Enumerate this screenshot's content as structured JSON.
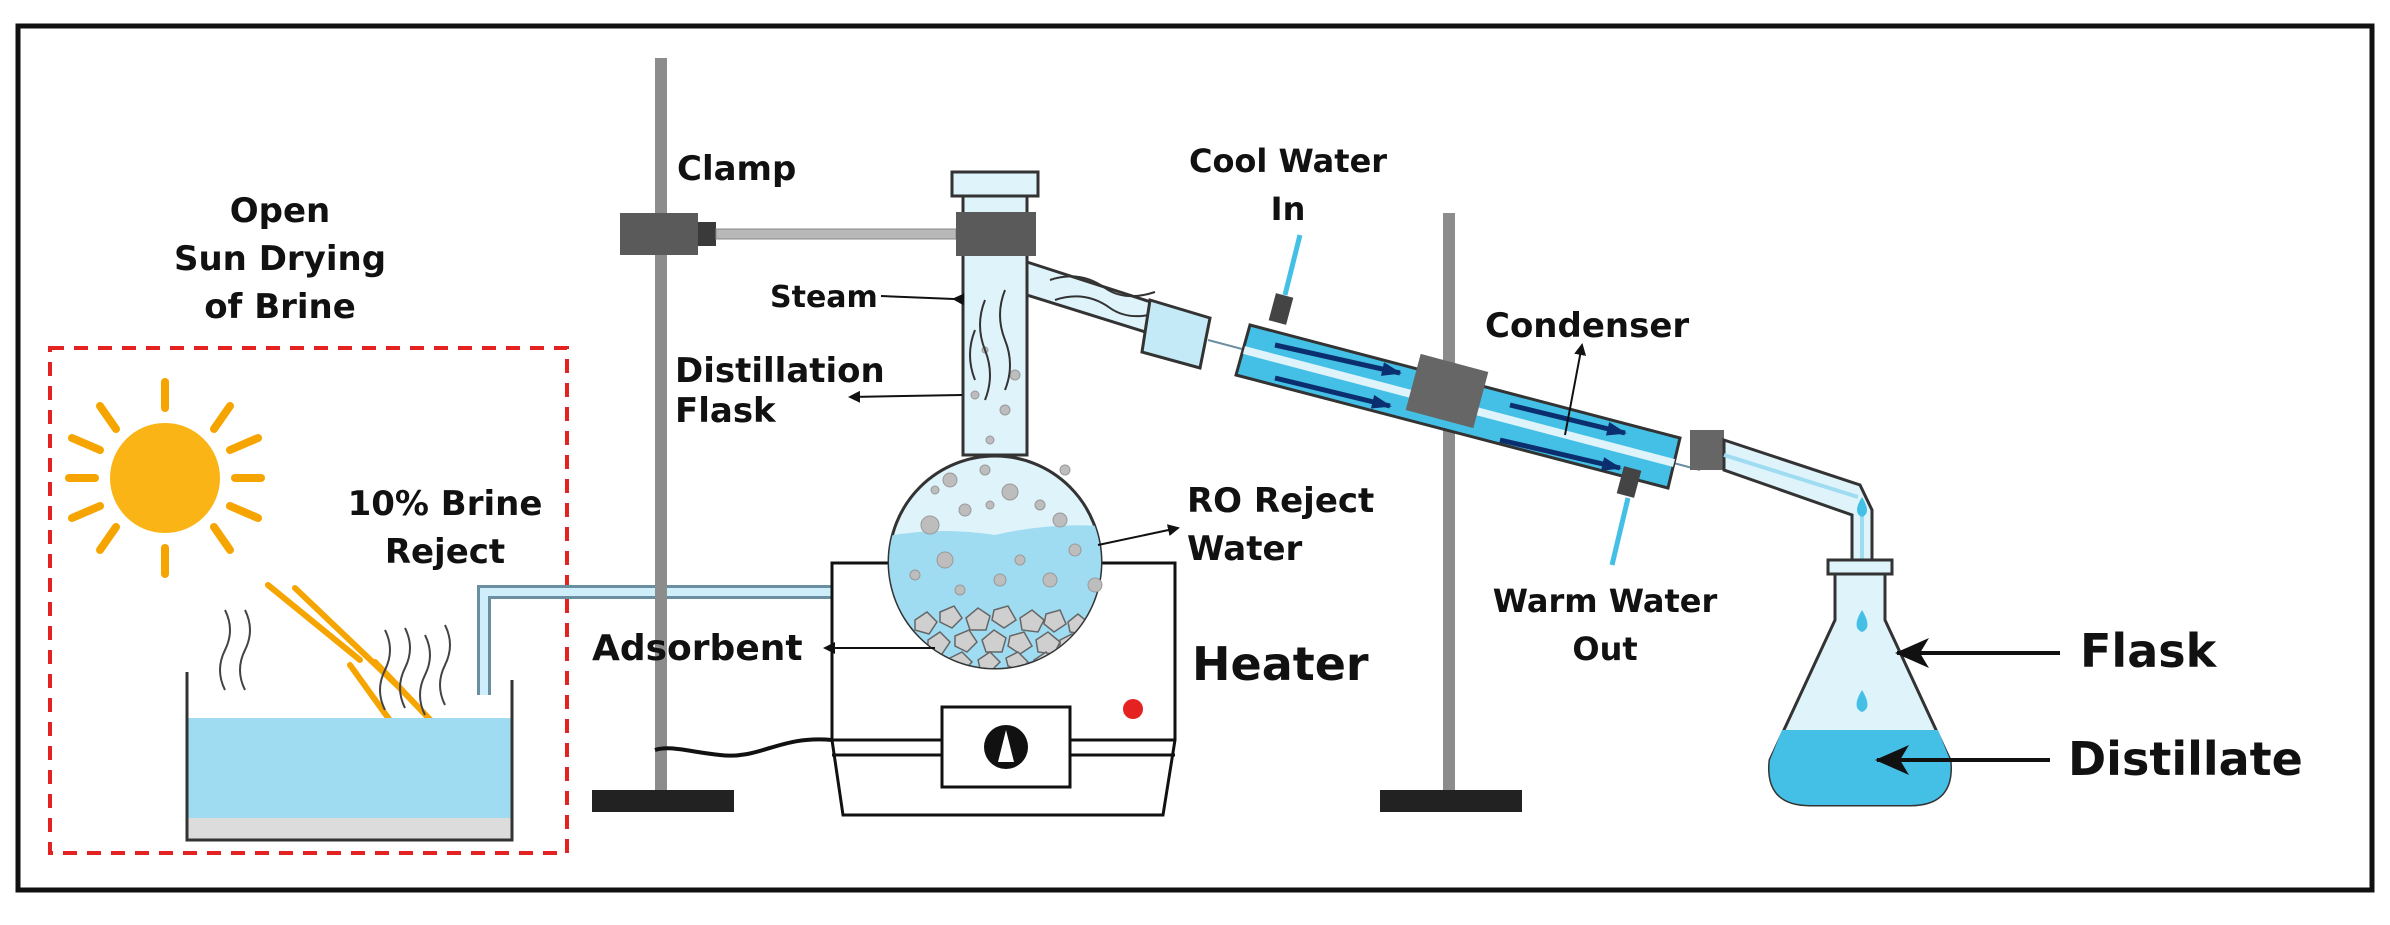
{
  "labels": {
    "open_sun_line1": "Open",
    "open_sun_line2": "Sun Drying",
    "open_sun_line3": "of Brine",
    "brine_reject_line1": "10% Brine",
    "brine_reject_line2": "Reject",
    "clamp": "Clamp",
    "steam": "Steam",
    "distillation_flask_line1": "Distillation",
    "distillation_flask_line2": "Flask",
    "adsorbent": "Adsorbent",
    "heater": "Heater",
    "ro_reject_line1": "RO Reject",
    "ro_reject_line2": "Water",
    "cool_water_line1": "Cool Water",
    "cool_water_line2": "In",
    "condenser": "Condenser",
    "warm_water_line1": "Warm Water",
    "warm_water_line2": "Out",
    "flask": "Flask",
    "distillate": "Distillate"
  },
  "colors": {
    "water": "#9fdcf2",
    "water_dark": "#44c0e6",
    "glass": "#dff3fb",
    "sun": "#fbb415",
    "sun_ray": "#f6a400",
    "dashed_box": "#e52222",
    "clamp_gray": "#5a5a5a",
    "heater_dot": "#e52222"
  }
}
